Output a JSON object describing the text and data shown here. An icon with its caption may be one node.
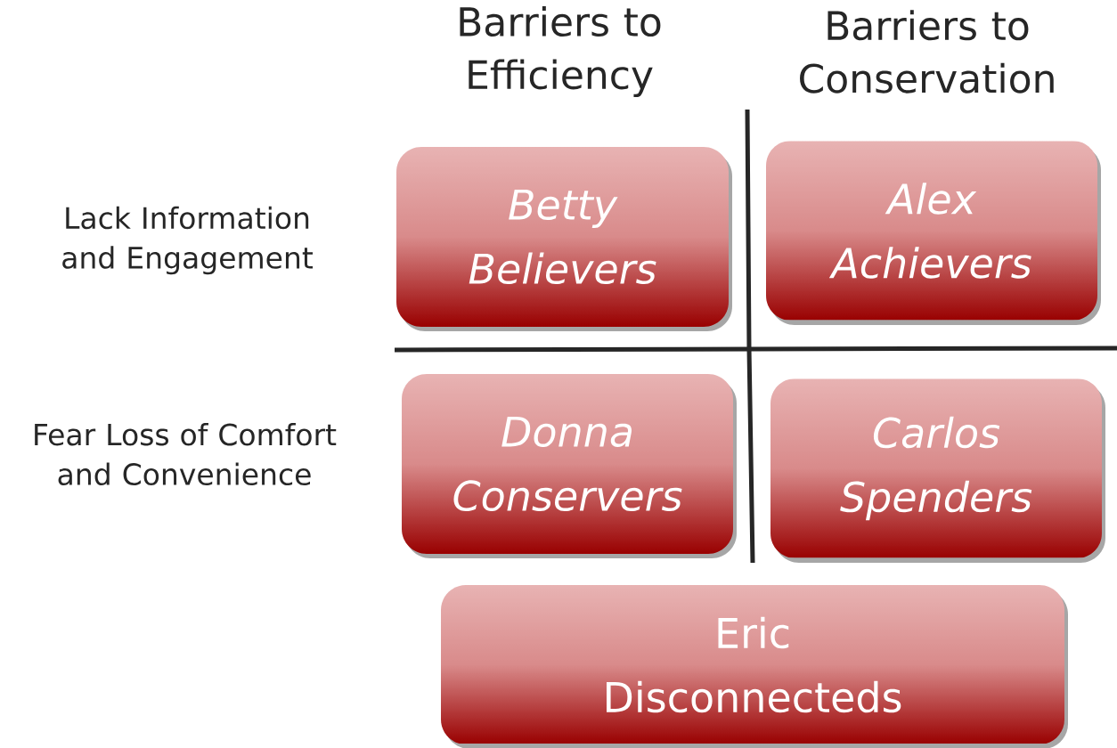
{
  "diagram": {
    "nodes": [
      {
        "text": [
          "Betty Believers"
        ]
      },
      {
        "text": [
          "Alex Achievers"
        ]
      },
      {
        "text": [
          "Donna Conservers"
        ]
      },
      {
        "text": [
          "Carlos Spenders"
        ]
      },
      {
        "text": [
          "Eric Disconnecteds"
        ]
      }
    ],
    "labels": [
      "Barriers to Efficiency",
      "Barriers to Conservation",
      "Lack Information and Engagement",
      "Fear Loss of Comfort and Convenience"
    ]
  }
}
